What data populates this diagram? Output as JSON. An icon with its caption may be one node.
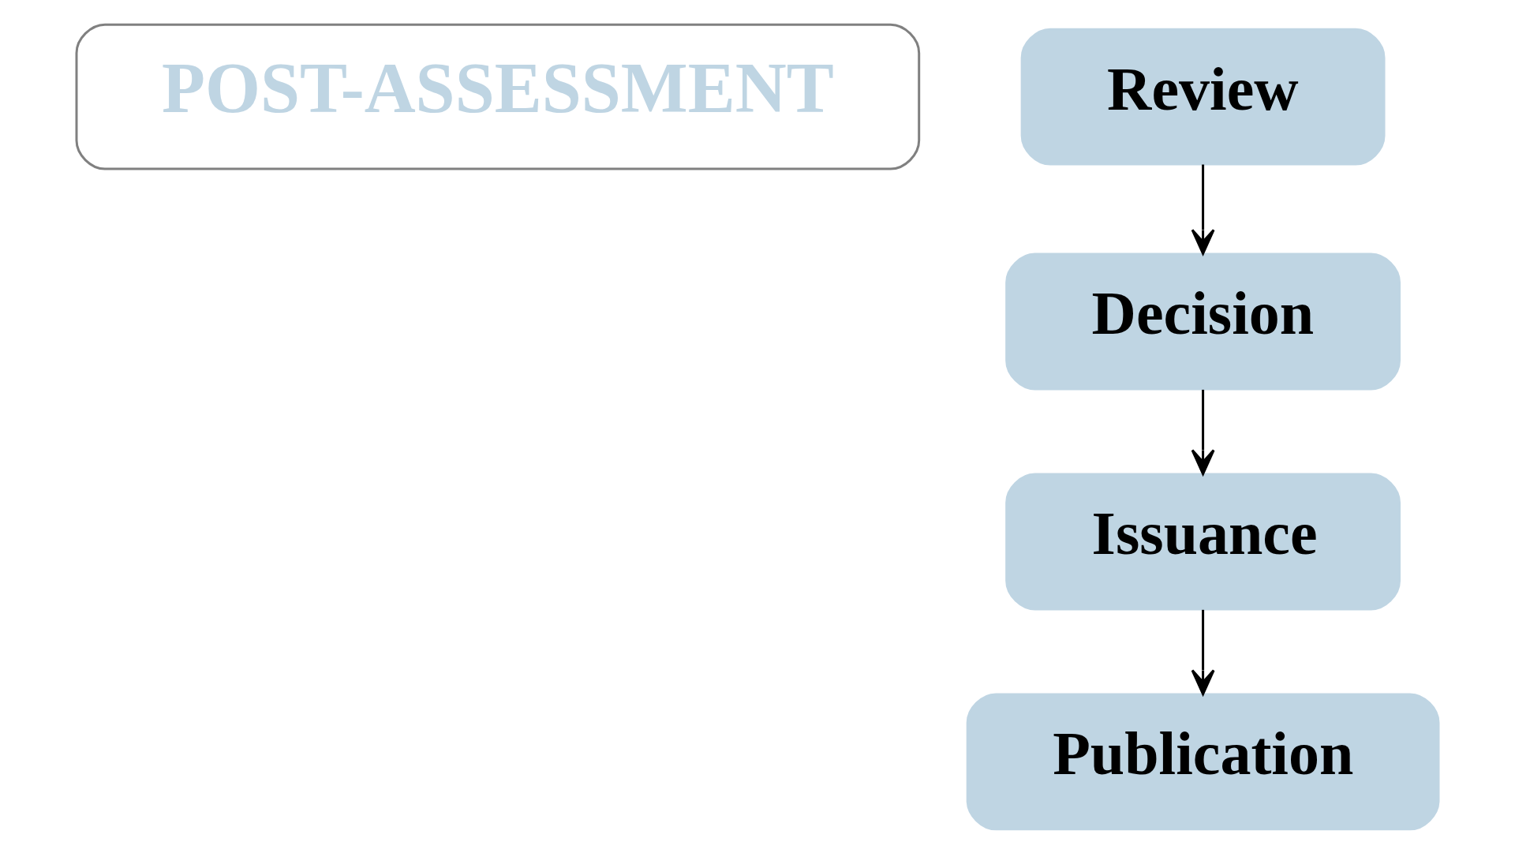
{
  "diagram": {
    "nodes": [
      {
        "text": [
          "POST-ASSESSMENT"
        ]
      },
      {
        "text": [
          "Review"
        ]
      },
      {
        "text": [
          "Decision"
        ]
      },
      {
        "text": [
          "Issuance"
        ]
      },
      {
        "text": [
          "Publication"
        ]
      }
    ],
    "edges": [
      {
        "from": 1,
        "to": 2,
        "arrow": "to"
      },
      {
        "from": 2,
        "to": 3,
        "arrow": "to"
      },
      {
        "from": 3,
        "to": 4,
        "arrow": "to"
      }
    ]
  }
}
